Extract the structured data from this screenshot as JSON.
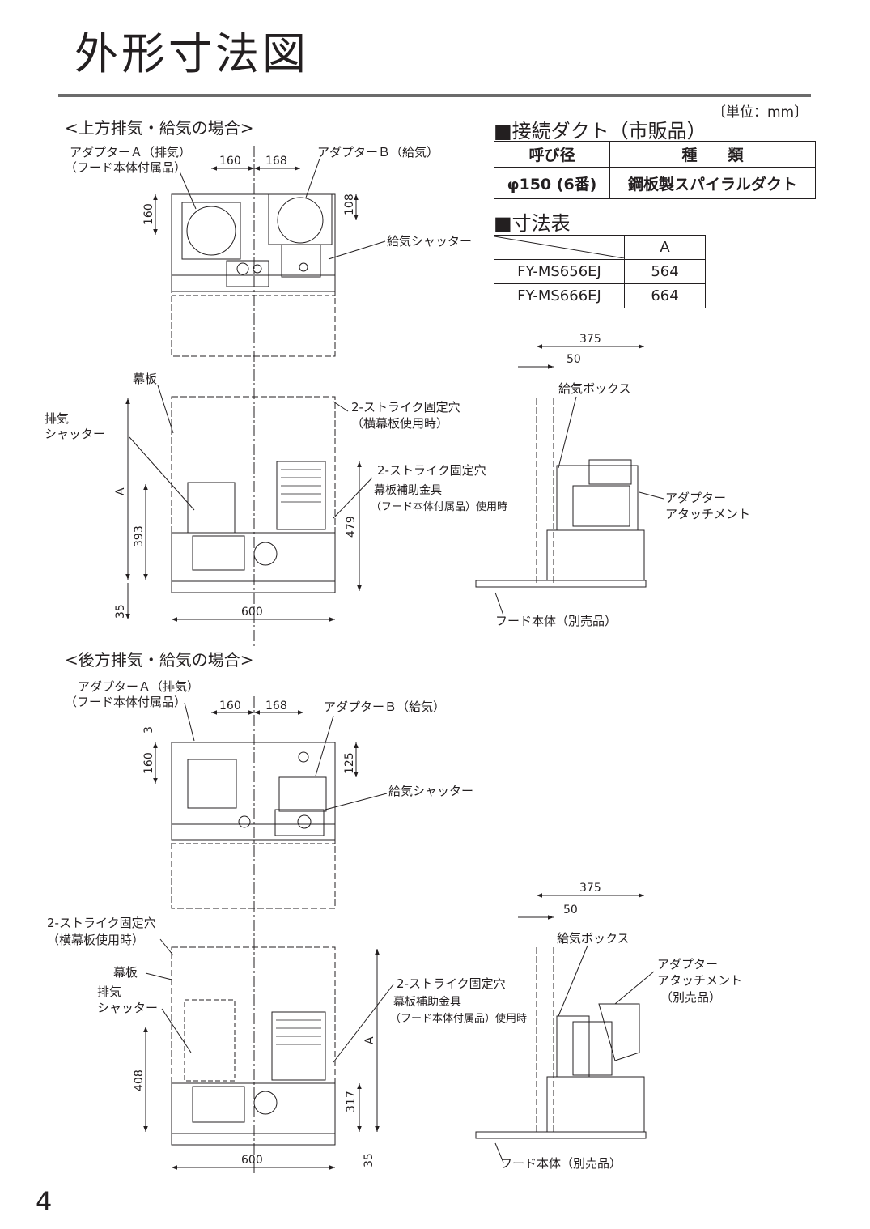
{
  "title": "外形寸法図",
  "unit_note": "〔単位：mm〕",
  "page_number": "4",
  "section_top": {
    "heading": "<上方排気・給気の場合>",
    "labels": {
      "adapter_a": "アダプターＡ（排気）",
      "adapter_a_sub": "（フード本体付属品）",
      "adapter_b": "アダプターＢ（給気）",
      "supply_shutter": "給気シャッター",
      "curtain_plate": "幕板",
      "exhaust_shutter_1": "排気",
      "exhaust_shutter_2": "シャッター",
      "fix_hole": "2-ストライク固定穴",
      "fix_hole_sub": "（横幕板使用時）",
      "fix_hole2": "2-ストライク固定穴",
      "fix_hole2_sub1": "幕板補助金具",
      "fix_hole2_sub2": "（フード本体付属品）使用時",
      "supply_box": "給気ボックス",
      "adapter_attach_1": "アダプター",
      "adapter_attach_2": "アタッチメント",
      "hood_body": "フード本体（別売品）"
    },
    "dims": {
      "d160h": "160",
      "d168": "168",
      "d160v": "160",
      "d108": "108",
      "dA": "A",
      "d393": "393",
      "d479": "479",
      "d35": "35",
      "d600": "600",
      "d375": "375",
      "d50": "50"
    }
  },
  "section_bottom": {
    "heading": "<後方排気・給気の場合>",
    "labels": {
      "adapter_a": "アダプターＡ（排気）",
      "adapter_a_sub": "（フード本体付属品）",
      "adapter_b": "アダプターＢ（給気）",
      "supply_shutter": "給気シャッター",
      "fix_hole": "2-ストライク固定穴",
      "fix_hole_sub": "（横幕板使用時）",
      "curtain_plate": "幕板",
      "exhaust_shutter_1": "排気",
      "exhaust_shutter_2": "シャッター",
      "fix_hole2": "2-ストライク固定穴",
      "fix_hole2_sub1": "幕板補助金具",
      "fix_hole2_sub2": "（フード本体付属品）使用時",
      "supply_box": "給気ボックス",
      "adapter_attach_1": "アダプター",
      "adapter_attach_2": "アタッチメント",
      "adapter_attach_3": "（別売品）",
      "hood_body": "フード本体（別売品）"
    },
    "dims": {
      "d160h": "160",
      "d168": "168",
      "d3": "3",
      "d160v": "160",
      "d125": "125",
      "dA": "A",
      "d408": "408",
      "d317": "317",
      "d35": "35",
      "d600": "600",
      "d375": "375",
      "d50": "50"
    }
  },
  "duct": {
    "heading": "■接続ダクト（市販品）",
    "col1": "呼び径",
    "col2": "種　　類",
    "diameter": "φ150 (6番)",
    "type": "鋼板製スパイラルダクト"
  },
  "dimension_table": {
    "heading": "■寸法表",
    "col": "A",
    "rows": [
      {
        "model": "FY-MS656EJ",
        "a": "564"
      },
      {
        "model": "FY-MS666EJ",
        "a": "664"
      }
    ]
  }
}
